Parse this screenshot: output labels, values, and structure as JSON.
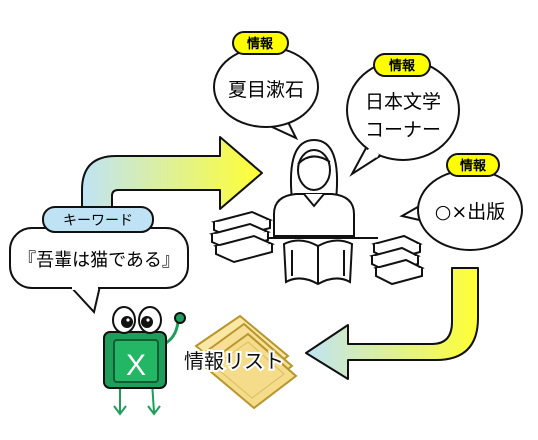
{
  "bubbles": {
    "author": {
      "tag": "情報",
      "text": "夏目漱石"
    },
    "corner": {
      "tag": "情報",
      "line1": "日本文学",
      "line2": "コーナー"
    },
    "publisher": {
      "tag": "情報",
      "text": "○×出版"
    }
  },
  "keyword": {
    "tag": "キーワード",
    "text": "『吾輩は猫である』"
  },
  "result": {
    "label": "情報リスト"
  },
  "mascot": {
    "letter": "X"
  },
  "colors": {
    "tag_fill": "#ffff00",
    "keyword_tag_fill": "#bfe3f5",
    "arrow_blue": "#bfe3f5",
    "arrow_yellow": "#ffff33",
    "mascot_green": "#1e9e5a",
    "paper_yellow": "#f5dc8a"
  }
}
